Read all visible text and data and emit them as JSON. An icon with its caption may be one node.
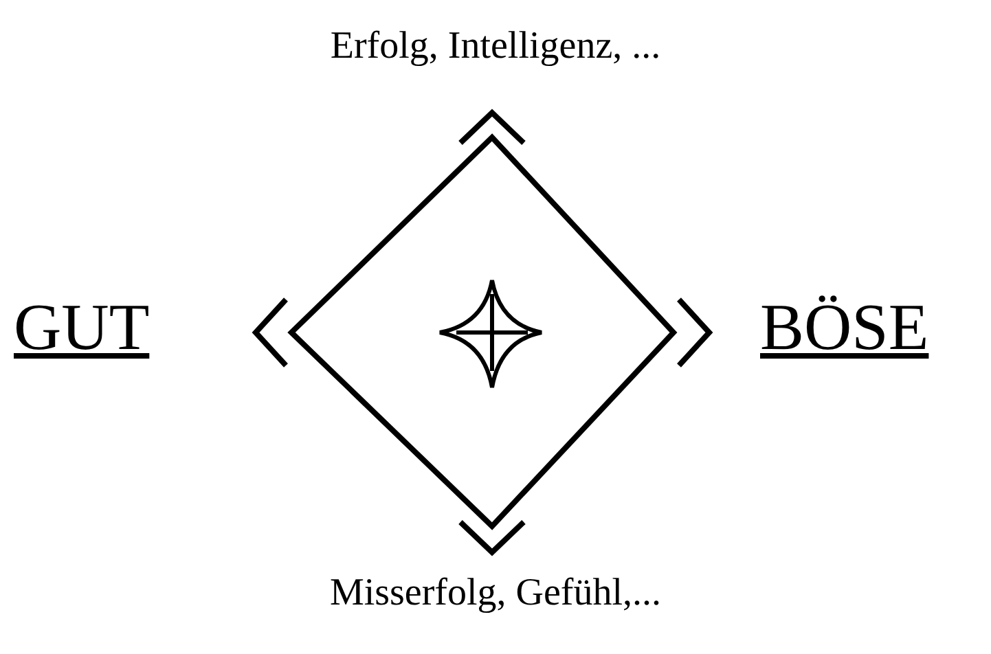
{
  "diagram": {
    "labels": [
      "Erfolg, Intelligenz, ...",
      "GUT",
      "BÖSE",
      "Misserfolg, Gefühl,..."
    ]
  }
}
